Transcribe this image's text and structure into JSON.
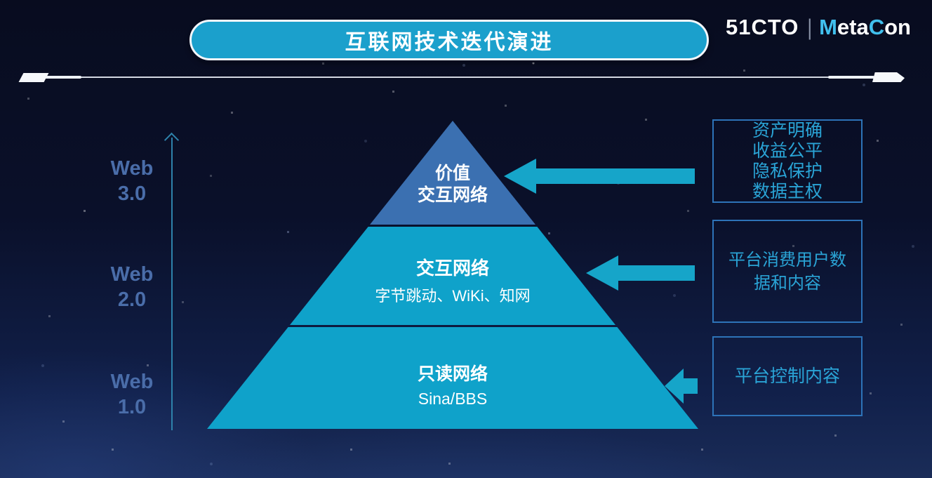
{
  "header": {
    "title": "互联网技术迭代演进",
    "logo": {
      "brand": "51CTO",
      "divider": "|",
      "metacon": [
        {
          "text": "M",
          "accent": true
        },
        {
          "text": "eta",
          "accent": false
        },
        {
          "text": "C",
          "accent": true
        },
        {
          "text": "on",
          "accent": false
        }
      ]
    }
  },
  "axis": {
    "labels": [
      {
        "top": "Web",
        "bottom": "3.0"
      },
      {
        "top": "Web",
        "bottom": "2.0"
      },
      {
        "top": "Web",
        "bottom": "1.0"
      }
    ]
  },
  "pyramid": {
    "levels": [
      {
        "name": "web3",
        "title": "价值",
        "subtitle": "交互网络"
      },
      {
        "name": "web2",
        "title": "交互网络",
        "subtitle": "字节跳动、WiKi、知网"
      },
      {
        "name": "web1",
        "title": "只读网络",
        "subtitle": "Sina/BBS"
      }
    ]
  },
  "callouts": [
    {
      "target": "web3",
      "lines": [
        "资产明确",
        "收益公平",
        "隐私保护",
        "数据主权"
      ]
    },
    {
      "target": "web2",
      "lines": [
        "平台消费用户数据和内容"
      ]
    },
    {
      "target": "web1",
      "lines": [
        "平台控制内容"
      ]
    }
  ],
  "colors": {
    "background_navy": "#0a102a",
    "accent_cyan": "#16a5c9",
    "pyramid_top_blue": "#3b70b1",
    "pyramid_cyan": "#0fa2ca",
    "callout_border_blue": "#2d73b8",
    "callout_text_cyan": "#2aa4d6",
    "axis_label_blue": "#4a6da9",
    "title_pill_fill": "#1ba0cc",
    "logo_accent_cyan": "#41c0ee"
  }
}
